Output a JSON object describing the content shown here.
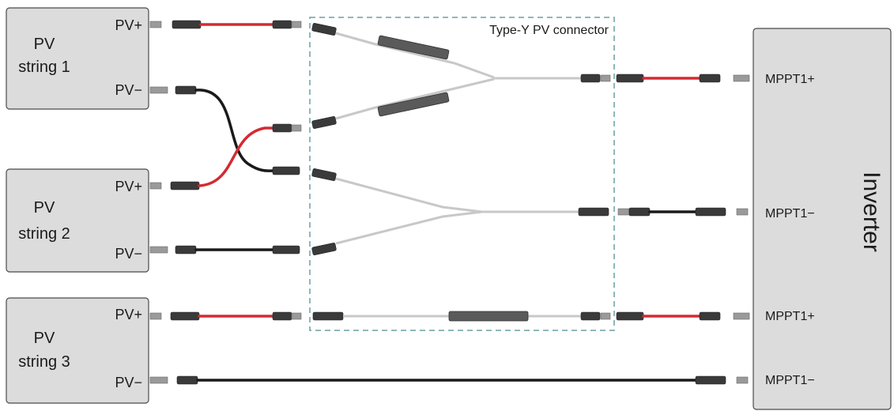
{
  "strings": [
    {
      "name_line1": "PV",
      "name_line2": "string 1",
      "pos": "PV+",
      "neg": "PV−"
    },
    {
      "name_line1": "PV",
      "name_line2": "string 2",
      "pos": "PV+",
      "neg": "PV−"
    },
    {
      "name_line1": "PV",
      "name_line2": "string 3",
      "pos": "PV+",
      "neg": "PV−"
    }
  ],
  "connector_label": "Type-Y PV  connector",
  "inverter": {
    "name": "Inverter",
    "ports": [
      "MPPT1+",
      "MPPT1−",
      "MPPT1+",
      "MPPT1−"
    ]
  },
  "colors": {
    "positive_cable": "#d42a32",
    "negative_cable": "#1a1a1a",
    "box_fill": "#dcdcdc",
    "dashed_border": "#6aa0a0"
  }
}
